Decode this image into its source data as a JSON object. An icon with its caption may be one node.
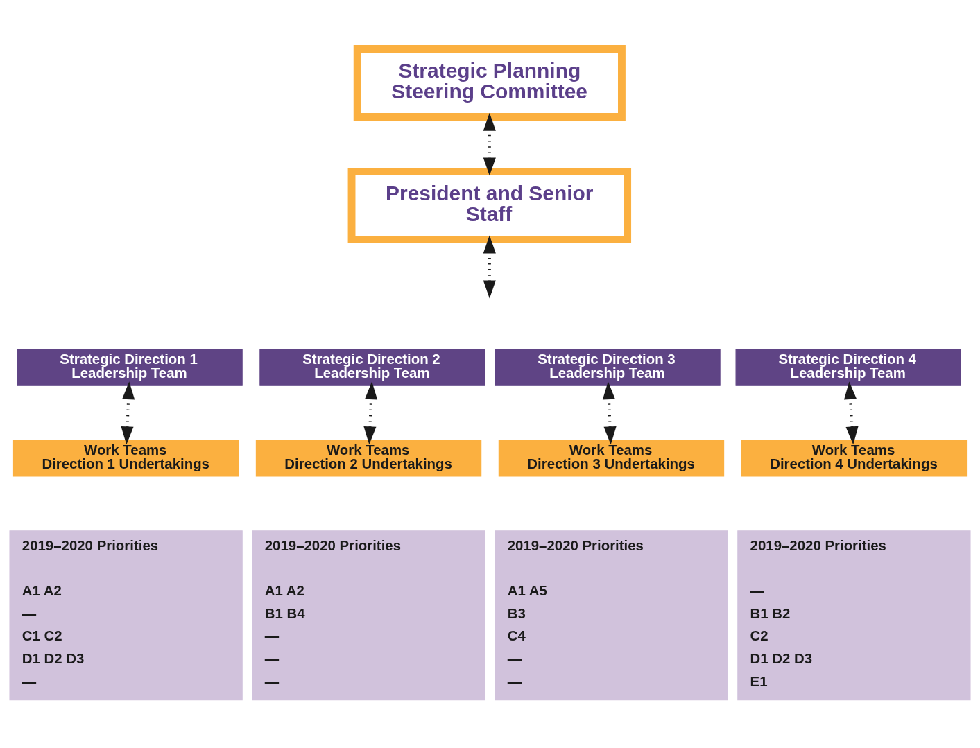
{
  "diagram": {
    "nodes": [
      {
        "text": [
          "Strategic Planning Steering Committee"
        ]
      },
      {
        "text": [
          "President and Senior Staff"
        ]
      },
      {
        "text": [
          "Strategic Direction 1 Leadership Team"
        ]
      },
      {
        "text": [
          "Strategic Direction 2 Leadership Team"
        ]
      },
      {
        "text": [
          "Strategic Direction 3 Leadership Team"
        ]
      },
      {
        "text": [
          "Strategic Direction 4 Leadership Team"
        ]
      },
      {
        "text": [
          "Work Teams",
          "Direction 1 Undertakings"
        ]
      },
      {
        "text": [
          "Work Teams",
          "Direction 2 Undertakings"
        ]
      },
      {
        "text": [
          "Work Teams",
          "Direction 3 Undertakings"
        ]
      },
      {
        "text": [
          "Work Teams",
          "Direction 4 Undertakings"
        ]
      },
      {
        "text": [
          "2019–2020 Priorities",
          "A1 A2",
          "—",
          "C1 C2",
          "D1 D2 D3",
          "—"
        ]
      },
      {
        "text": [
          "2019–2020 Priorities",
          "A1 A2",
          "B1 B4",
          "—",
          "—",
          "—"
        ]
      },
      {
        "text": [
          "2019–2020 Priorities",
          "A1 A5",
          "B3",
          "C4",
          "—",
          "—"
        ]
      },
      {
        "text": [
          "2019–2020 Priorities",
          "—",
          "B1 B2",
          "C2",
          "D1 D2 D3",
          "E1"
        ]
      }
    ],
    "edges": [
      {
        "from": 0,
        "to": 1,
        "arrow": "both",
        "style": "dashed"
      },
      {
        "from": 1,
        "to": null,
        "arrow": "both",
        "style": "dashed"
      },
      {
        "from": 2,
        "to": 6,
        "arrow": "both",
        "style": "dashed"
      },
      {
        "from": 3,
        "to": 7,
        "arrow": "both",
        "style": "dashed"
      },
      {
        "from": 4,
        "to": 8,
        "arrow": "both",
        "style": "dashed"
      },
      {
        "from": 5,
        "to": 9,
        "arrow": "both",
        "style": "dashed"
      }
    ]
  }
}
